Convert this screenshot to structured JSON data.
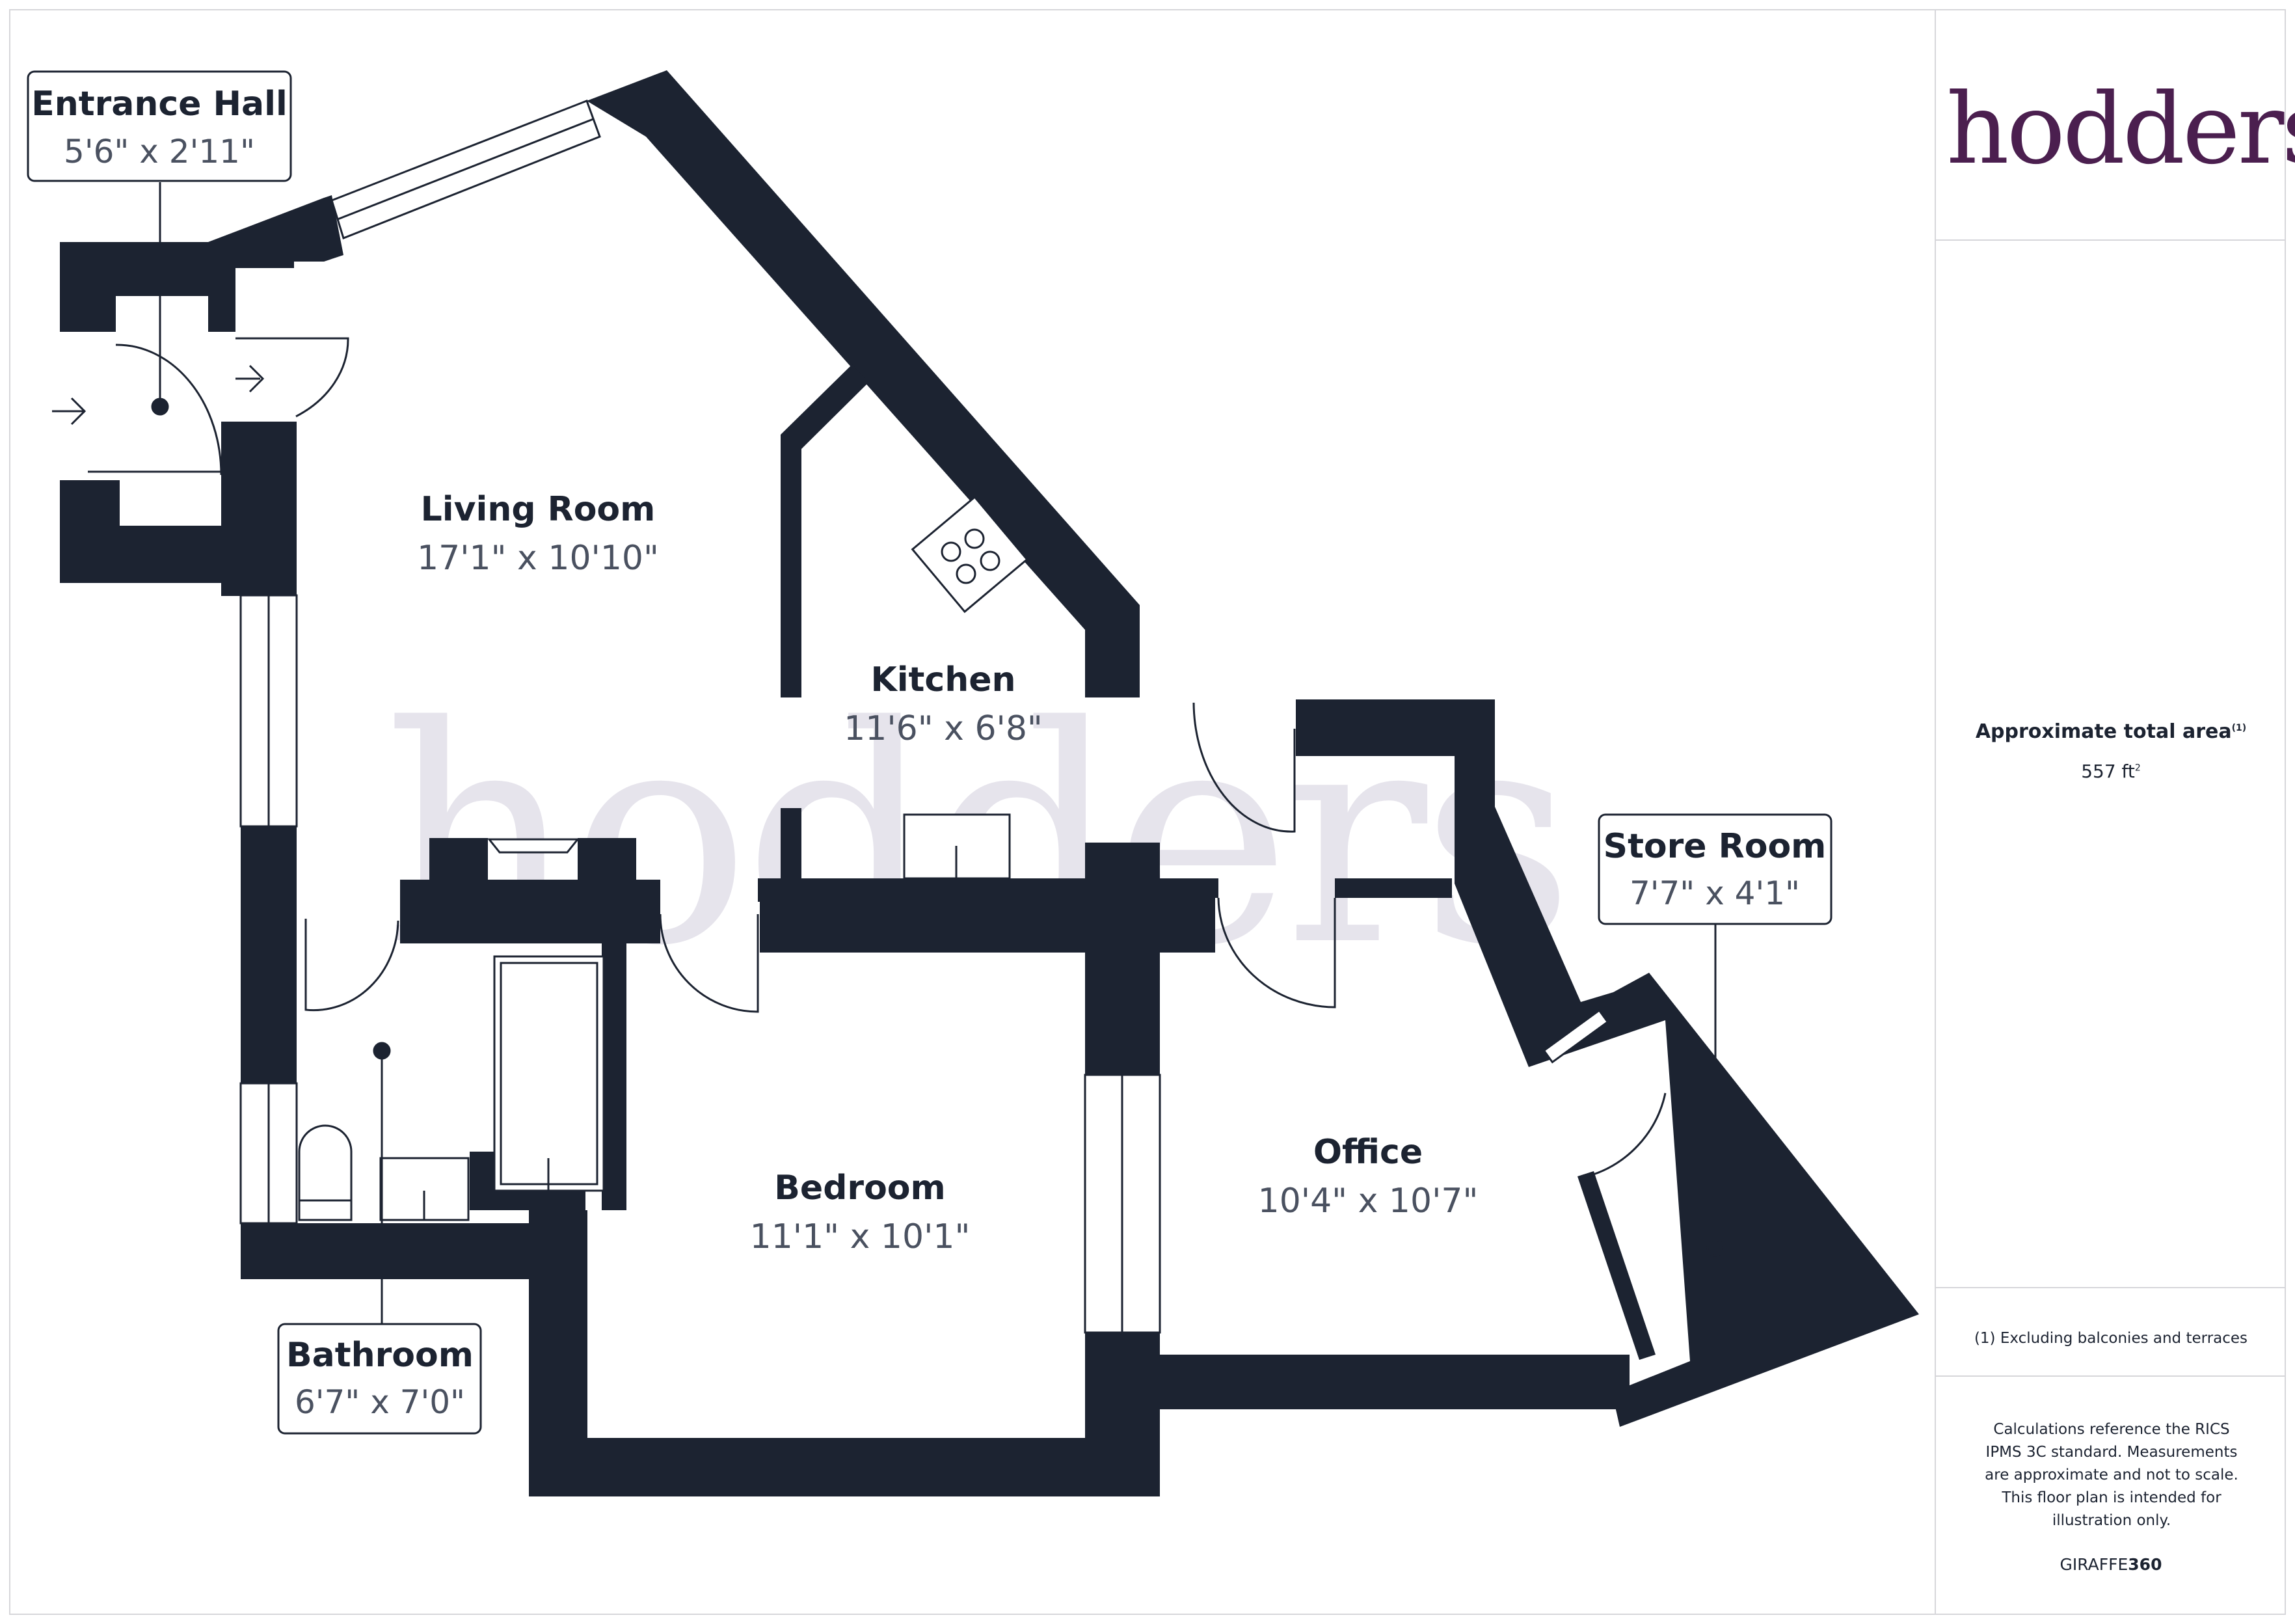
{
  "rooms": [
    {
      "name": "Living Room",
      "size": "17'1\" x 10'10\""
    },
    {
      "name": "Kitchen",
      "size": "11'6\" x 6'8\""
    },
    {
      "name": "Bedroom",
      "size": "11'1\" x 10'1\""
    },
    {
      "name": "Office",
      "size": "10'4\" x 10'7\""
    }
  ],
  "callouts": [
    {
      "name": "Entrance Hall",
      "size": "5'6\" x 2'11\""
    },
    {
      "name": "Store Room",
      "size": "7'7\" x 4'1\""
    },
    {
      "name": "Bathroom",
      "size": "6'7\" x 7'0\""
    }
  ],
  "watermark": "hodders",
  "sidebar": {
    "logo": "hodders",
    "area_title": "Approximate total area",
    "area_title_sup": "(1)",
    "area_value": "557 ft",
    "area_unit_sup": "2",
    "footnote": "(1) Excluding balconies and terraces",
    "calc_note": "Calculations reference the RICS IPMS 3C standard. Measurements are approximate and not to scale. This floor plan is intended for illustration only.",
    "brand_prefix": "GIRAFFE",
    "brand_suffix": "360"
  },
  "colors": {
    "wall": "#1c2331",
    "brand": "#4b1f4f",
    "watermark": "#e6e4ec",
    "text": "#1c2331",
    "subtext": "#4a5160"
  }
}
